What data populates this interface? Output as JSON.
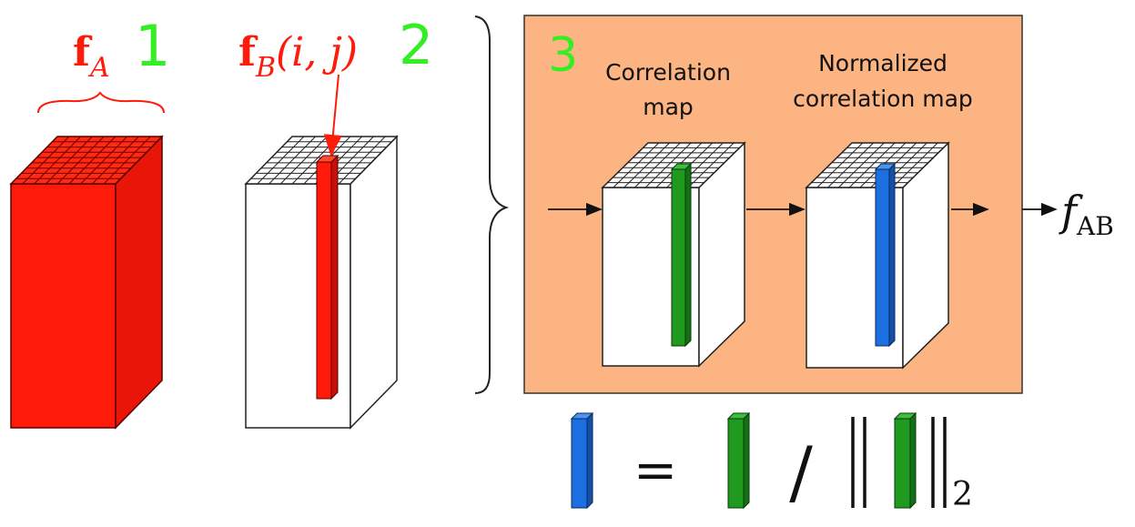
{
  "labels": {
    "fa_main": "f",
    "fa_sub": "A",
    "fb_main": "f",
    "fb_sub": "B",
    "fb_args": "(i, j)",
    "step1": "1",
    "step2": "2",
    "step3": "3",
    "correlation_line1": "Correlation",
    "correlation_line2": "map",
    "normalized_line1": "Normalized",
    "normalized_line2": "correlation map",
    "output_main": "f",
    "output_sub": "AB",
    "eq_equals": "=",
    "eq_slash": "/",
    "eq_norm_sub": "2"
  },
  "colors": {
    "feature_red": "#ff1a0a",
    "handwriting_green": "#33ee22",
    "panel_orange": "#fbb482",
    "column_green": "#1f9a1f",
    "column_blue": "#1b6fe0",
    "line_black": "#111111"
  }
}
